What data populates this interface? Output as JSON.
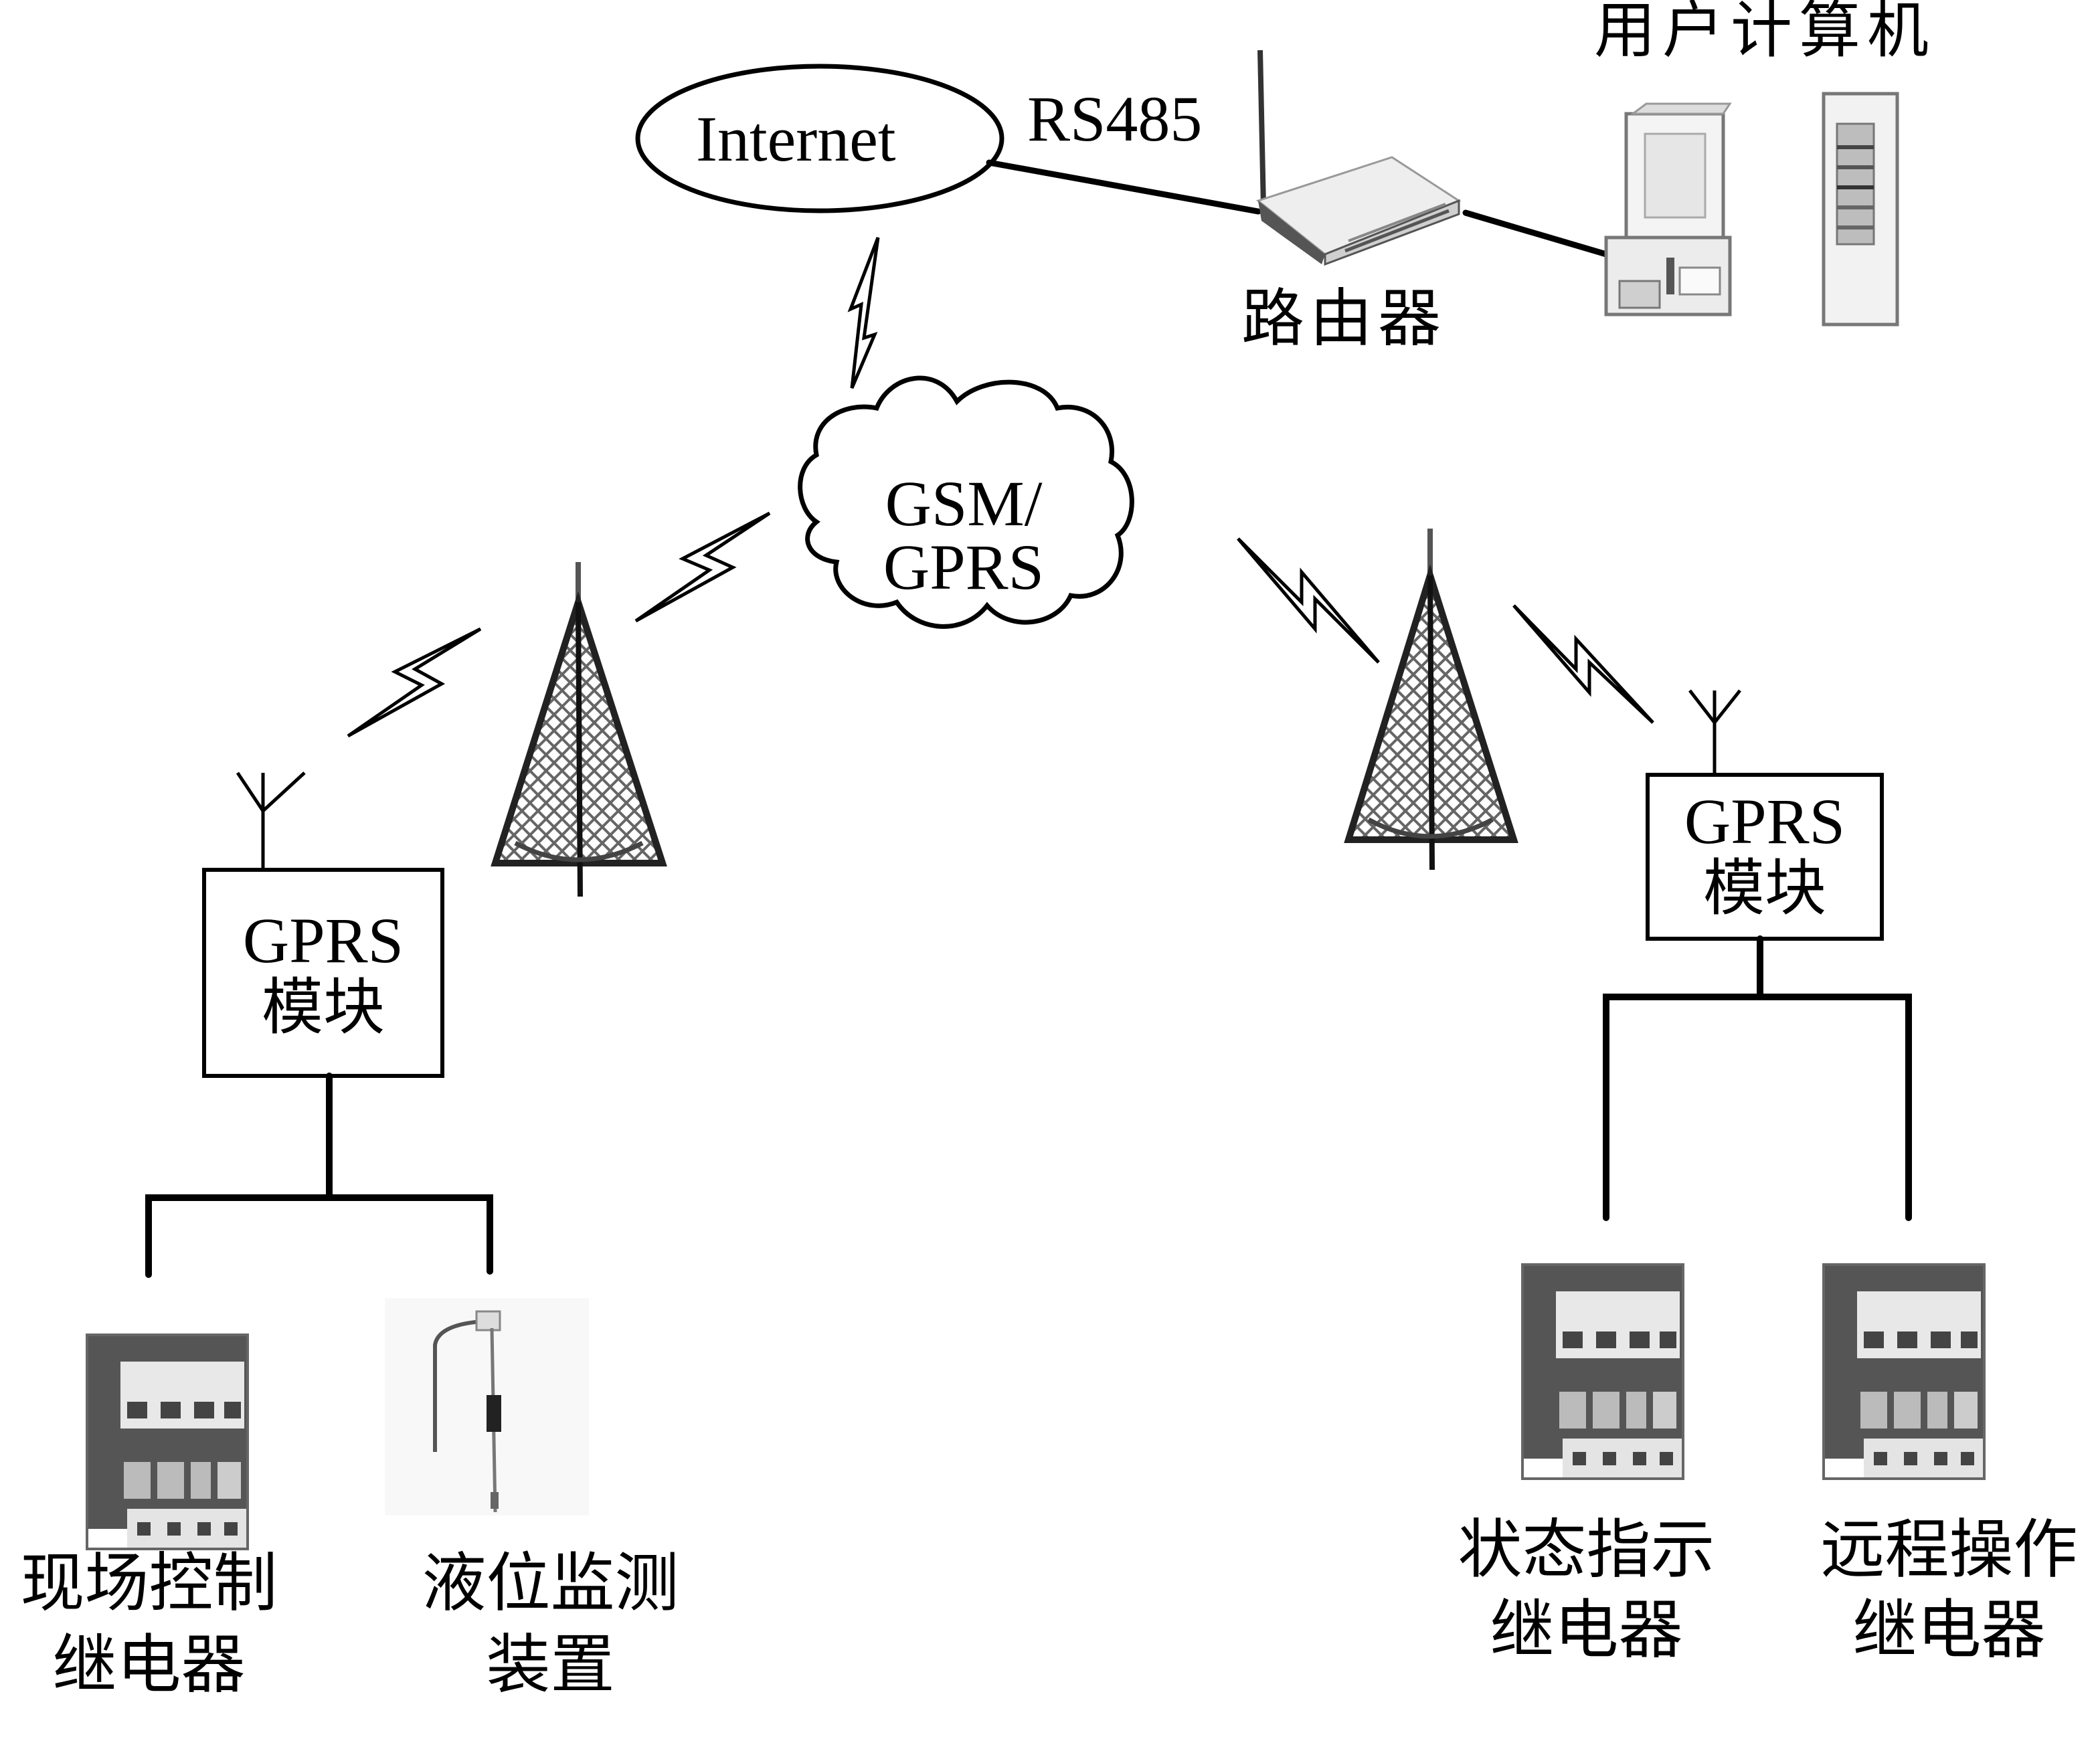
{
  "diagram": {
    "internet": {
      "label": "Internet"
    },
    "rs485": {
      "label": "RS485"
    },
    "router": {
      "label": "路由器"
    },
    "user_computer": {
      "label": "用户计算机"
    },
    "network_cloud": {
      "line1": "GSM/",
      "line2": "GPRS"
    },
    "left_module": {
      "line1": "GPRS",
      "line2": "模块"
    },
    "right_module": {
      "line1": "GPRS",
      "line2": "模块"
    },
    "devices": [
      {
        "line1": "现场控制",
        "line2": "继电器",
        "kind": "relay"
      },
      {
        "line1": "液位监测",
        "line2": "装置",
        "kind": "level-sensor"
      },
      {
        "line1": "状态指示",
        "line2": "继电器",
        "kind": "relay"
      },
      {
        "line1": "远程操作",
        "line2": "继电器",
        "kind": "relay"
      }
    ],
    "colors": {
      "line": "#000000",
      "background": "#ffffff",
      "device_dark": "#555555",
      "device_light": "#d8d8d8"
    }
  }
}
